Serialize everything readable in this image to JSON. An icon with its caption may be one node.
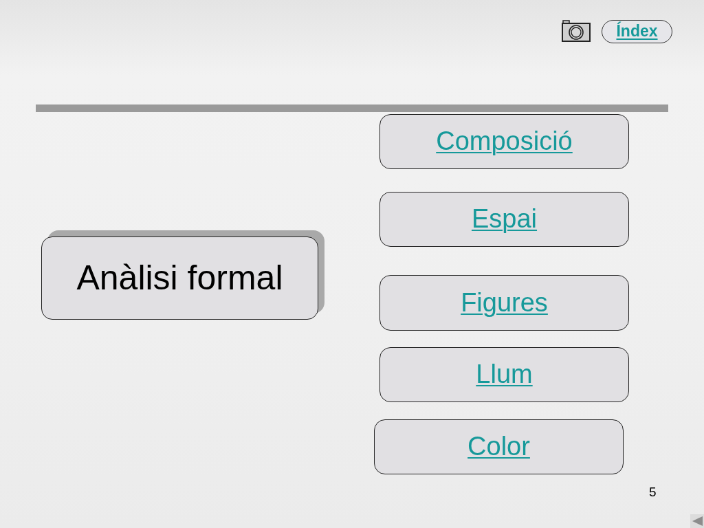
{
  "diagram": {
    "nodes": [
      {
        "text": [
          "Índex"
        ]
      },
      {
        "text": [
          "Anàlisi formal"
        ]
      },
      {
        "text": [
          "Composició"
        ]
      },
      {
        "text": [
          "Espai"
        ]
      },
      {
        "text": [
          "Figures"
        ]
      },
      {
        "text": [
          "Llum"
        ]
      },
      {
        "text": [
          "Color"
        ]
      }
    ],
    "labels": [
      "5"
    ]
  }
}
